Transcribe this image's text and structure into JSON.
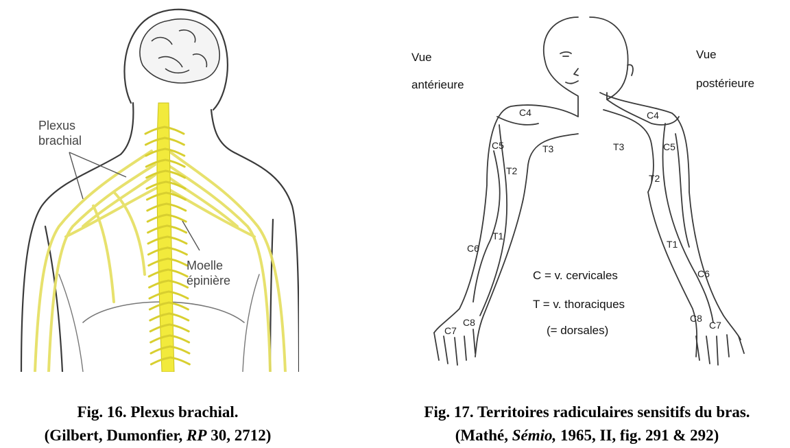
{
  "fig16": {
    "labels": {
      "plexus_line1": "Plexus",
      "plexus_line2": "brachial",
      "moelle_line1": "Moelle",
      "moelle_line2": "épinière"
    },
    "caption": {
      "line1": "Fig. 16. Plexus brachial.",
      "line2_pre": "(Gilbert, Dumonfier, ",
      "line2_em": "RP",
      "line2_post": " 30, 2712)"
    }
  },
  "fig17": {
    "views": {
      "anterior_line1": "Vue",
      "anterior_line2": "antérieure",
      "posterior_line1": "Vue",
      "posterior_line2": "postérieure"
    },
    "legend": {
      "line1": "C = v. cervicales",
      "line2": "T = v. thoraciques",
      "line3": "(= dorsales)"
    },
    "segments_left": [
      "C4",
      "C5",
      "T3",
      "T2",
      "T1",
      "C6",
      "C8",
      "C7"
    ],
    "segments_right": [
      "C4",
      "T3",
      "C5",
      "T2",
      "T1",
      "C6",
      "C8",
      "C7"
    ],
    "caption": {
      "line1": "Fig. 17. Territoires radiculaires sensitifs du bras.",
      "line2_pre": "(Mathé, ",
      "line2_em": "Sémio,",
      "line2_post": " 1965, II, fig. 291 & 292)"
    }
  },
  "colors": {
    "nerve": "#e6e066",
    "spine": "#f2ea3c",
    "outline": "#3a3a3a"
  }
}
